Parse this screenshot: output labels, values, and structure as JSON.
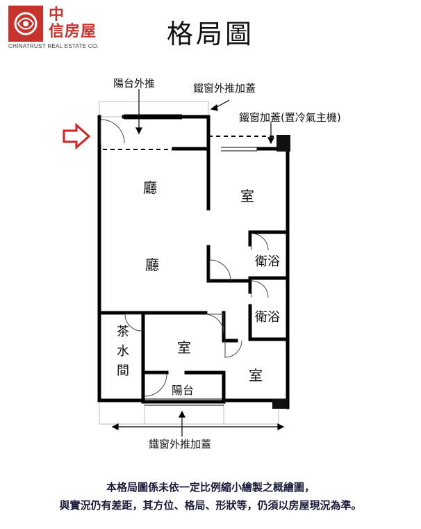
{
  "logo": {
    "name": "中\n信房屋",
    "sub": "CHINATRUST REAL ESTATE CO."
  },
  "title": "格局圖",
  "labels": {
    "balcony_push_out": "陽台外推",
    "iron_window_top": "鐵窗外推加蓋",
    "iron_window_ac": "鐵窗加蓋(置冷氣主機)",
    "iron_window_bottom": "鐵窗外推加蓋"
  },
  "rooms": {
    "living_top": "廳",
    "living_bottom": "廳",
    "room_top_right": "室",
    "bath_1": "衛浴",
    "bath_2": "衛浴",
    "tea_room": "茶水間",
    "room_middle": "室",
    "room_bottom_right": "室",
    "balcony_bottom": "陽台"
  },
  "note": {
    "line1": "本格局圖係未依一定比例縮小繪製之概繪圖，",
    "line2": "與實況仍有差距，其方位、格局、形狀等，仍須以房屋現況為準。"
  },
  "colors": {
    "brand": "#c8322d",
    "arrow": "#d62020",
    "wall": "#000000"
  }
}
